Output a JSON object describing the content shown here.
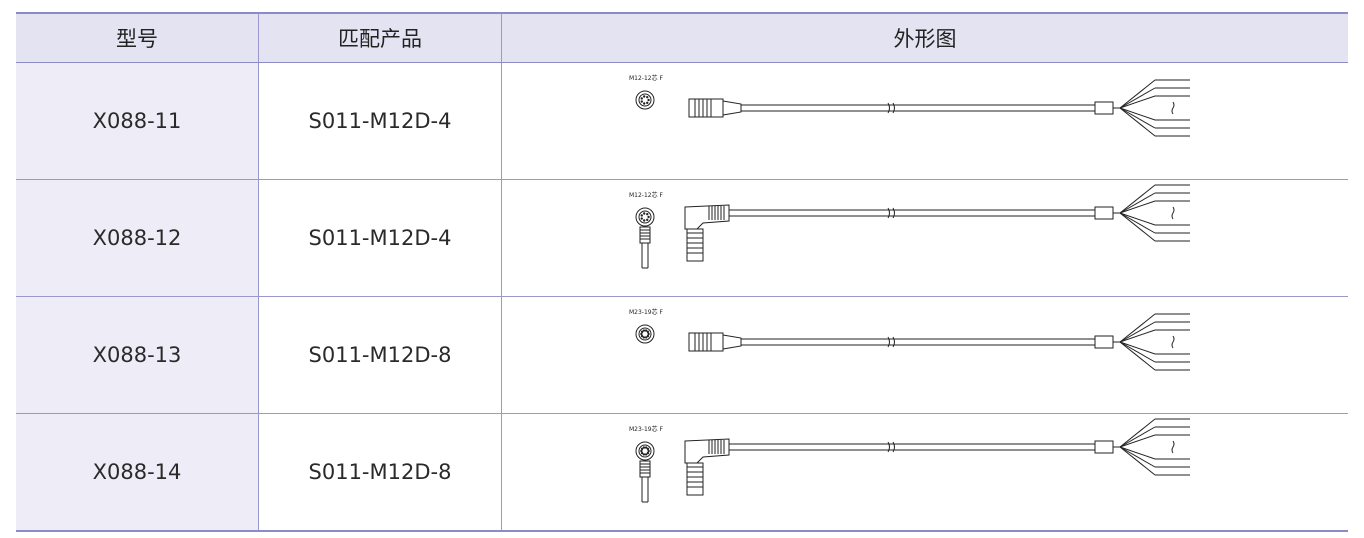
{
  "table": {
    "headers": [
      "型号",
      "匹配产品",
      "外形图"
    ],
    "rows": [
      {
        "model": "X088-11",
        "product": "S011-M12D-4",
        "drawing": {
          "label": "M12-12芯 F",
          "connector": "straight",
          "pins": 12
        }
      },
      {
        "model": "X088-12",
        "product": "S011-M12D-4",
        "drawing": {
          "label": "M12-12芯 F",
          "connector": "angled",
          "pins": 12
        }
      },
      {
        "model": "X088-13",
        "product": "S011-M12D-8",
        "drawing": {
          "label": "M23-19芯 F",
          "connector": "straight",
          "pins": 19
        }
      },
      {
        "model": "X088-14",
        "product": "S011-M12D-8",
        "drawing": {
          "label": "M23-19芯 F",
          "connector": "angled",
          "pins": 19
        }
      }
    ]
  }
}
